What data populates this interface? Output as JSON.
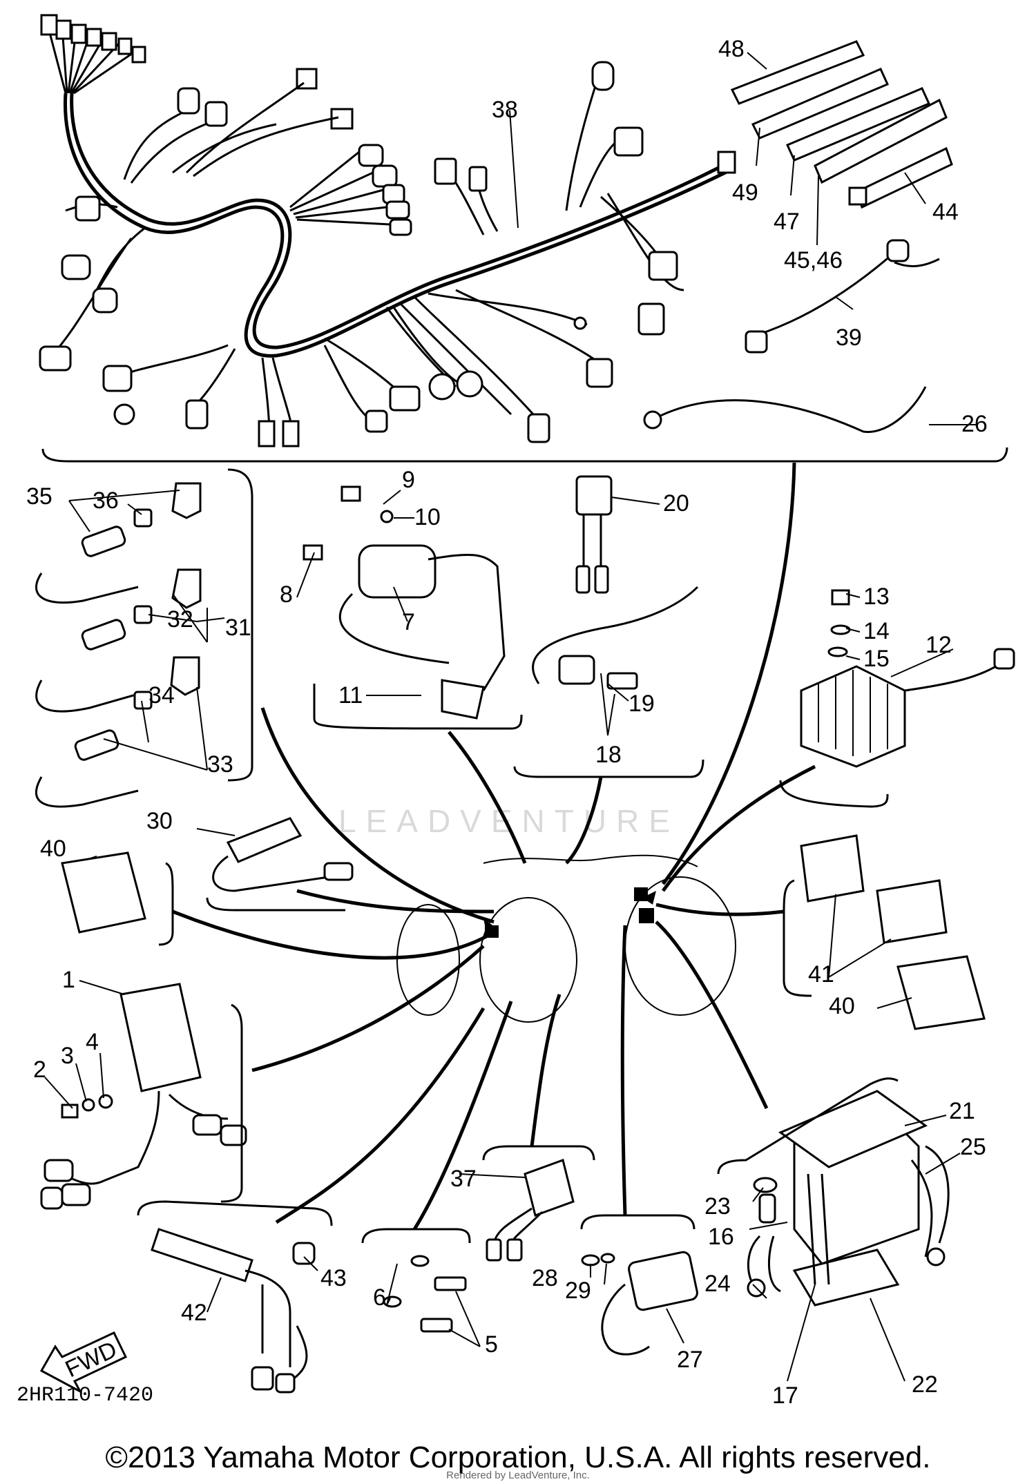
{
  "diagram_code": "2HR110-7420",
  "copyright": "©2013 Yamaha Motor Corporation, U.S.A. All rights reserved.",
  "rendered_by": "Rendered by LeadVenture, Inc.",
  "watermark": "LEADVENTURE",
  "fwd_label": "FWD",
  "callouts": {
    "c1": "1",
    "c2": "2",
    "c3": "3",
    "c4": "4",
    "c5": "5",
    "c6": "6",
    "c7": "7",
    "c8": "8",
    "c9": "9",
    "c10": "10",
    "c11": "11",
    "c12": "12",
    "c13": "13",
    "c14": "14",
    "c15": "15",
    "c16": "16",
    "c17": "17",
    "c18": "18",
    "c19": "19",
    "c20": "20",
    "c21": "21",
    "c22": "22",
    "c23": "23",
    "c24": "24",
    "c25": "25",
    "c26": "26",
    "c27": "27",
    "c28": "28",
    "c29": "29",
    "c30": "30",
    "c31": "31",
    "c32": "32",
    "c33": "33",
    "c34": "34",
    "c35": "35",
    "c36": "36",
    "c37": "37",
    "c38": "38",
    "c39": "39",
    "c40a": "40",
    "c40b": "40",
    "c41": "41",
    "c42": "42",
    "c43": "43",
    "c44": "44",
    "c4546": "45,46",
    "c47": "47",
    "c48": "48",
    "c49": "49"
  }
}
